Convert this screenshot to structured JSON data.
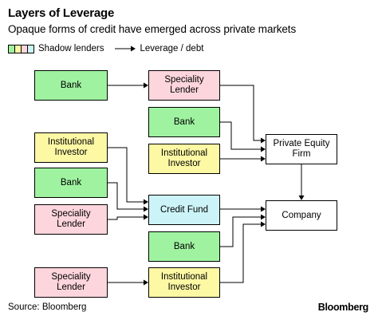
{
  "title": "Layers of Leverage",
  "subtitle": "Opaque forms of credit have emerged across private markets",
  "legend": {
    "shadow_label": "Shadow lenders",
    "arrow_label": "Leverage / debt",
    "swatch_colors": [
      "#9ff3a0",
      "#fdf8a4",
      "#fdd5dc",
      "#ccf4f8"
    ]
  },
  "colors": {
    "bank": "#9ff3a0",
    "investor": "#fdf8a4",
    "speciality": "#fdd5dc",
    "fund": "#ccf4f8",
    "target": "#ffffff"
  },
  "nodes": [
    {
      "id": "bank1",
      "label": "Bank",
      "kind": "bank"
    },
    {
      "id": "spec1",
      "label": "Speciality Lender",
      "kind": "speciality"
    },
    {
      "id": "bank2",
      "label": "Bank",
      "kind": "bank"
    },
    {
      "id": "inst1",
      "label": "Institutional Investor",
      "kind": "investor"
    },
    {
      "id": "inst2",
      "label": "Institutional Investor",
      "kind": "investor"
    },
    {
      "id": "bank3",
      "label": "Bank",
      "kind": "bank"
    },
    {
      "id": "spec2",
      "label": "Speciality Lender",
      "kind": "speciality"
    },
    {
      "id": "credit",
      "label": "Credit Fund",
      "kind": "fund"
    },
    {
      "id": "bank4",
      "label": "Bank",
      "kind": "bank"
    },
    {
      "id": "spec3",
      "label": "Speciality Lender",
      "kind": "speciality"
    },
    {
      "id": "inst3",
      "label": "Institutional Investor",
      "kind": "investor"
    },
    {
      "id": "pe",
      "label": "Private Equity Firm",
      "kind": "target"
    },
    {
      "id": "company",
      "label": "Company",
      "kind": "target"
    }
  ],
  "edges": [
    {
      "from": "bank1",
      "to": "spec1"
    },
    {
      "from": "spec1",
      "to": "pe"
    },
    {
      "from": "bank2",
      "to": "pe"
    },
    {
      "from": "inst2",
      "to": "pe"
    },
    {
      "from": "pe",
      "to": "company"
    },
    {
      "from": "inst1",
      "to": "credit"
    },
    {
      "from": "bank3",
      "to": "credit"
    },
    {
      "from": "spec2",
      "to": "credit"
    },
    {
      "from": "credit",
      "to": "company"
    },
    {
      "from": "bank4",
      "to": "company"
    },
    {
      "from": "inst3",
      "to": "company"
    },
    {
      "from": "spec3",
      "to": "inst3"
    }
  ],
  "source": "Source: Bloomberg",
  "brand": "Bloomberg"
}
